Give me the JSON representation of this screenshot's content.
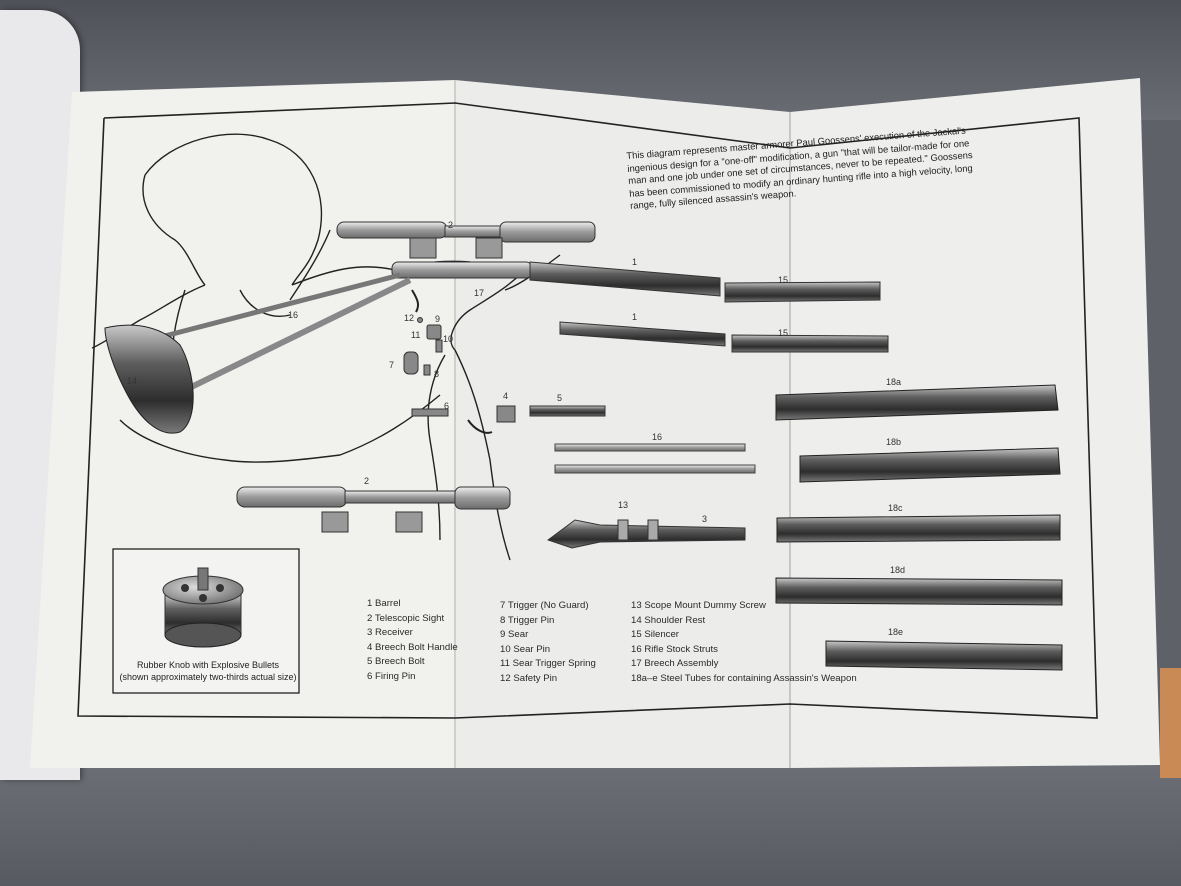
{
  "intro_text": "This diagram represents master armorer Paul Goossens' execution of the Jackal's ingenious design for a \"one-off\" modification, a gun \"that will be tailor-made for one man and one job under one set of circumstances, never to be repeated.\" Goossens has been commissioned to modify an ordinary hunting rifle into a high velocity, long range, fully silenced assassin's weapon.",
  "caption": {
    "line1": "Rubber Knob with Explosive Bullets",
    "line2": "(shown approximately two-thirds actual size)"
  },
  "legend": {
    "col1": [
      "1  Barrel",
      "2  Telescopic Sight",
      "3  Receiver",
      "4  Breech Bolt Handle",
      "5  Breech Bolt",
      "6  Firing Pin"
    ],
    "col2": [
      "7  Trigger (No Guard)",
      "8  Trigger Pin",
      "9  Sear",
      "10  Sear Pin",
      "11  Sear Trigger Spring",
      "12  Safety Pin"
    ],
    "col3": [
      "13  Scope Mount Dummy Screw",
      "14  Shoulder Rest",
      "15  Silencer",
      "16  Rifle Stock Struts",
      "17  Breech Assembly",
      "18a–e  Steel Tubes for containing Assassin's Weapon"
    ]
  },
  "part_labels": {
    "scope_top": "2",
    "barrel_top": "1",
    "silencer_top": "15",
    "breech": "17",
    "strut_top": "16",
    "shoulder": "14",
    "p12": "12",
    "p9": "9",
    "p11": "11",
    "p10": "10",
    "p7": "7",
    "p8": "8",
    "p6": "6",
    "p4": "4",
    "p5": "5",
    "barrel_mid": "1",
    "silencer_mid": "15",
    "strut_mid": "16",
    "p13": "13",
    "receiver": "3",
    "scope_bottom": "2",
    "tube_a": "18a",
    "tube_b": "18b",
    "tube_c": "18c",
    "tube_d": "18d",
    "tube_e": "18e"
  }
}
